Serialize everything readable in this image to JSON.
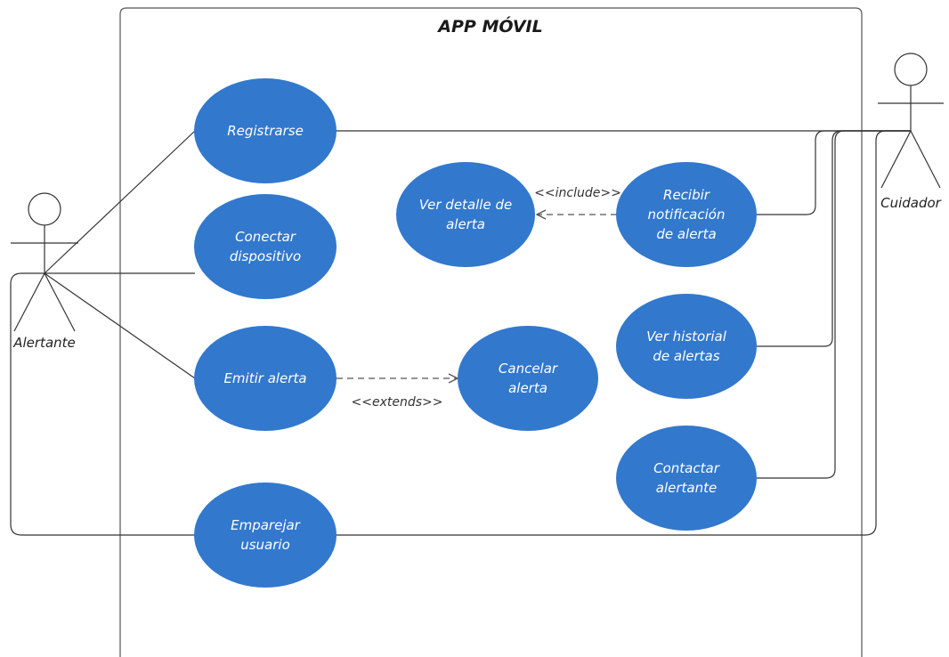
{
  "system": {
    "title": "APP MÓVIL"
  },
  "actors": {
    "alertante": {
      "label": "Alertante"
    },
    "cuidador": {
      "label": "Cuidador"
    }
  },
  "use_cases": {
    "registrarse": {
      "lines": [
        "Registrarse"
      ]
    },
    "conectar_dispositivo": {
      "lines": [
        "Conectar",
        "dispositivo"
      ]
    },
    "emitir_alerta": {
      "lines": [
        "Emitir alerta"
      ]
    },
    "emparejar_usuario": {
      "lines": [
        "Emparejar",
        "usuario"
      ]
    },
    "ver_detalle": {
      "lines": [
        "Ver detalle de",
        "alerta"
      ]
    },
    "recibir_notificacion": {
      "lines": [
        "Recibir",
        "notificación",
        "de alerta"
      ]
    },
    "cancelar_alerta": {
      "lines": [
        "Cancelar",
        "alerta"
      ]
    },
    "ver_historial": {
      "lines": [
        "Ver historial",
        "de alertas"
      ]
    },
    "contactar_alertante": {
      "lines": [
        "Contactar",
        "alertante"
      ]
    }
  },
  "relations": {
    "include": {
      "label": "<<include>>"
    },
    "extends": {
      "label": "<<extends>>"
    }
  },
  "colors": {
    "use_case_fill": "#3278CD",
    "line": "#333333",
    "frame": "#555555"
  }
}
